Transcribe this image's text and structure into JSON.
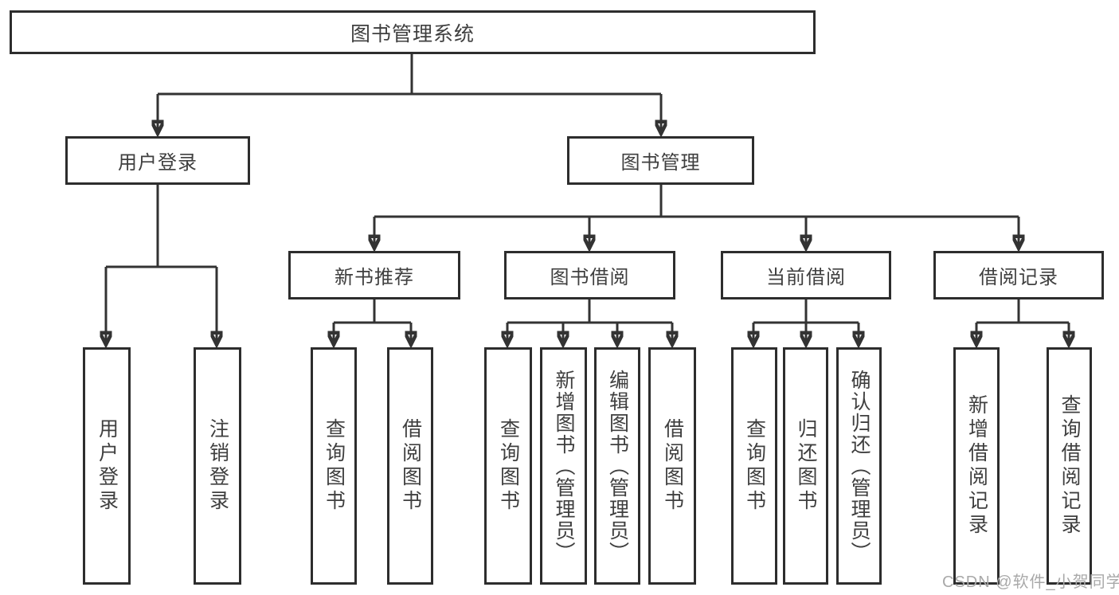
{
  "diagram_title": "图书管理系统",
  "nodes": {
    "root": {
      "label": "图书管理系统"
    },
    "user_login": {
      "label": "用户登录",
      "children": [
        {
          "label": "用户登录"
        },
        {
          "label": "注销登录"
        }
      ]
    },
    "book_management": {
      "label": "图书管理",
      "sections": {
        "new_book_recommend": {
          "label": "新书推荐",
          "children": [
            {
              "label": "查询图书"
            },
            {
              "label": "借阅图书"
            }
          ]
        },
        "book_borrowing": {
          "label": "图书借阅",
          "children": [
            {
              "label": "查询图书"
            },
            {
              "label": "新增图书（管理员）"
            },
            {
              "label": "编辑图书（管理员）"
            },
            {
              "label": "借阅图书"
            }
          ]
        },
        "current_borrowing": {
          "label": "当前借阅",
          "children": [
            {
              "label": "查询图书"
            },
            {
              "label": "归还图书"
            },
            {
              "label": "确认归还（管理员）"
            }
          ]
        },
        "borrowing_records": {
          "label": "借阅记录",
          "children": [
            {
              "label": "新增借阅记录"
            },
            {
              "label": "查询借阅记录"
            }
          ]
        }
      }
    }
  },
  "watermark": {
    "text": "CSDN @软件_小贺同学"
  },
  "colors": {
    "line": "#333333",
    "node_border": "#2d2d2d",
    "text": "#3f3f3f",
    "watermark": "#a9a9a9",
    "background": "#ffffff"
  }
}
